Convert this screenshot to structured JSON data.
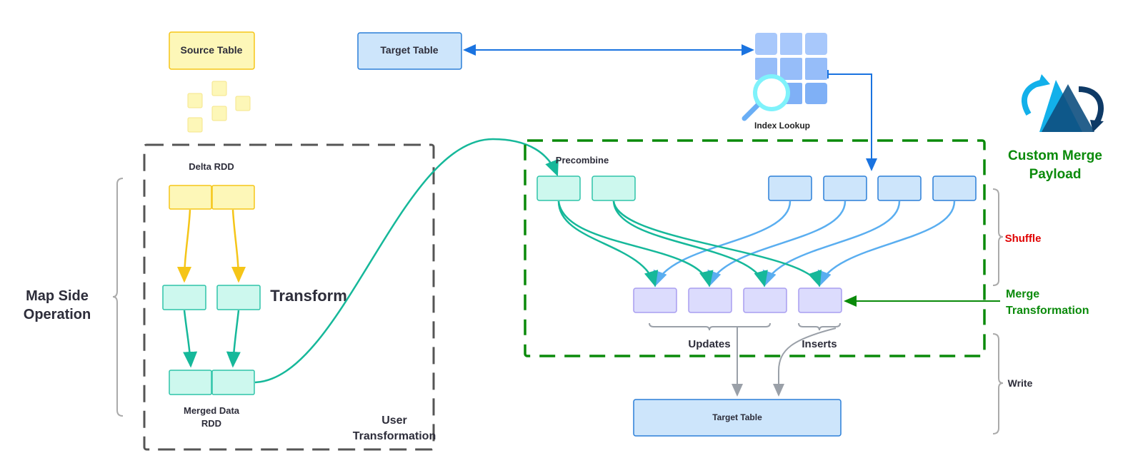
{
  "labels": {
    "source_table": "Source Table",
    "target_table_top": "Target Table",
    "index_lookup": "Index Lookup",
    "custom_merge_payload": [
      "Custom Merge",
      "Payload"
    ],
    "delta_rdd": "Delta RDD",
    "transform": "Transform",
    "merged_data_rdd": [
      "Merged Data",
      "RDD"
    ],
    "user_transformation": [
      "User",
      "Transformation"
    ],
    "map_side_operation": [
      "Map Side",
      "Operation"
    ],
    "precombine": "Precombine",
    "shuffle": "Shuffle",
    "merge_transformation": [
      "Merge",
      "Transformation"
    ],
    "updates": "Updates",
    "inserts": "Inserts",
    "write": "Write",
    "target_table_bottom": "Target Table"
  },
  "colors": {
    "yellow_fill": "#fdf7b8",
    "yellow_stroke": "#f5c518",
    "teal_fill": "#cdf8ee",
    "teal_stroke": "#2ec4a9",
    "blue_fill": "#cde5fb",
    "blue_stroke": "#2b7fd8",
    "purple_fill": "#dcdcfd",
    "purple_stroke": "#a89df0",
    "green": "#0a8a0a",
    "red": "#e00000",
    "gray": "#9aa0a8"
  }
}
